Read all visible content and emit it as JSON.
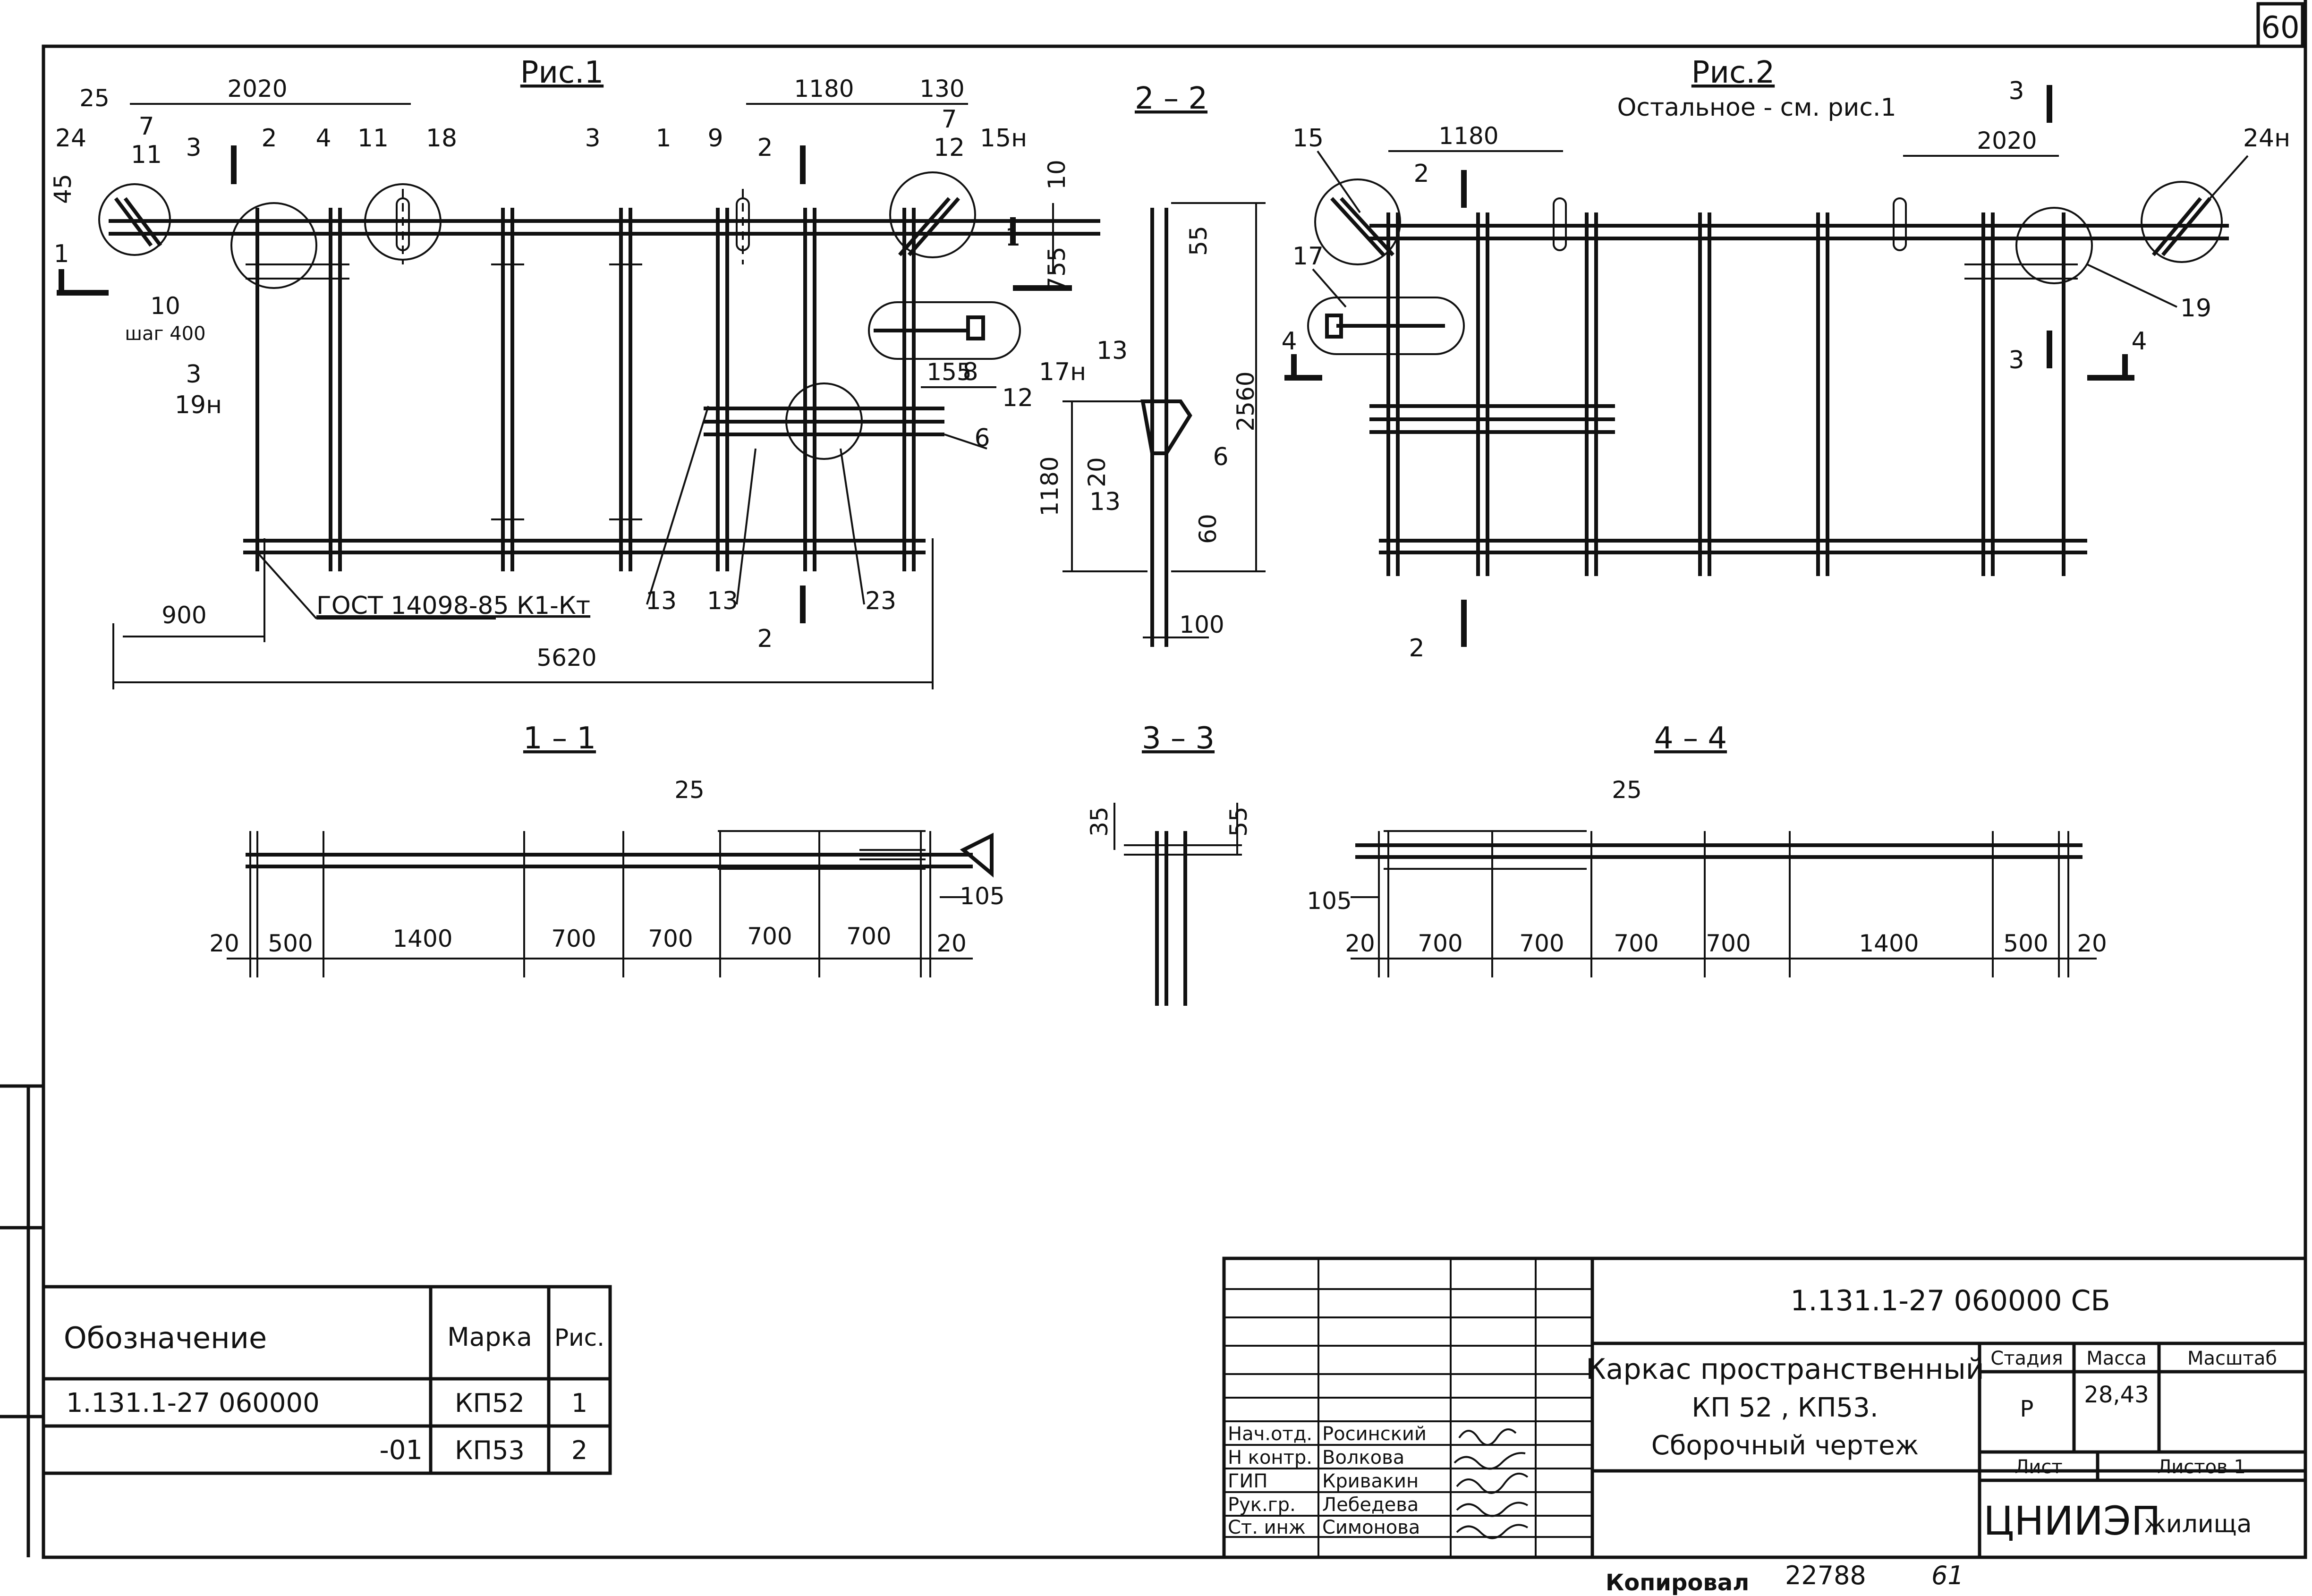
{
  "sheet_number": "60",
  "figures": {
    "fig1_title": "Рис.1",
    "fig2_title": "Рис.2",
    "fig2_note": "Остальное - см. рис.1"
  },
  "sections": {
    "s22": "2 – 2",
    "s11": "1 – 1",
    "s33": "3 – 3",
    "s44": "4 – 4"
  },
  "fig1": {
    "dims": {
      "d2020": "2020",
      "d1180": "1180",
      "d130": "130",
      "d25": "25",
      "d45": "45",
      "d10_right": "10",
      "d755": "755",
      "d155": "155",
      "d900": "900",
      "d5620": "5620",
      "d10_left": "10",
      "step400": "шаг 400"
    },
    "positions": {
      "p24": "24",
      "p7a": "7",
      "p11a": "11",
      "p2": "2",
      "p4": "4",
      "p11b": "11",
      "p18": "18",
      "p3": "3",
      "p1": "1",
      "p9": "9",
      "p7b": "7",
      "p12a": "12",
      "p15n": "15н",
      "p19n": "19н",
      "p8": "8",
      "p12b": "12",
      "p17n": "17н",
      "p6": "6",
      "p13a": "13",
      "p13b": "13",
      "p23": "23"
    },
    "cuts": {
      "c3_top": "3",
      "c3_bot": "3",
      "c1": "1",
      "c2_top": "2",
      "c2_bot": "2",
      "c1b": "1"
    },
    "gost": "ГОСТ 14098-85 К1-Кт"
  },
  "sec22": {
    "d55": "55",
    "d2560": "2560",
    "d1180": "1180",
    "d20": "20",
    "d60": "60",
    "d100": "100",
    "p13a": "13",
    "p13b": "13",
    "p6": "6"
  },
  "fig2": {
    "d1180": "1180",
    "d2020": "2020",
    "p15": "15",
    "p17": "17",
    "p24n": "24н",
    "p19": "19",
    "c2": "2",
    "c3_top": "3",
    "c3_bot": "3",
    "c4_left": "4",
    "c4_right": "4",
    "c2_bot": "2"
  },
  "sec11": {
    "d25": "25",
    "d105": "105",
    "d20a": "20",
    "d500": "500",
    "d1400": "1400",
    "d700a": "700",
    "d700b": "700",
    "d700c": "700",
    "d700d": "700",
    "d20b": "20"
  },
  "sec33": {
    "d35": "35",
    "d55": "55"
  },
  "sec44": {
    "d25": "25",
    "d105": "105",
    "d20a": "20",
    "d700a": "700",
    "d700b": "700",
    "d700c": "700",
    "d700d": "700",
    "d1400": "1400",
    "d500": "500",
    "d20b": "20"
  },
  "spec_table": {
    "headers": [
      "Обозначение",
      "Марка",
      "Рис."
    ],
    "rows": [
      [
        "1.131.1-27 060000",
        "КП52",
        "1"
      ],
      [
        "-01",
        "КП53",
        "2"
      ]
    ]
  },
  "title_block": {
    "code": "1.131.1-27 060000 СБ",
    "title_line1": "Каркас пространственный",
    "title_line2": "КП 52 , КП53.",
    "title_line3": "Сборочный чертеж",
    "stage_label": "Стадия",
    "mass_label": "Масса",
    "scale_label": "Масштаб",
    "stage": "Р",
    "mass": "28,43",
    "sheet_label": "Лист",
    "sheets_label": "Листов 1",
    "org_main": "ЦНИИЭП",
    "org_sub": "жилища",
    "people": [
      {
        "role": "Нач.отд.",
        "name": "Росинский"
      },
      {
        "role": "Н контр.",
        "name": "Волкова"
      },
      {
        "role": "ГИП",
        "name": "Кривакин"
      },
      {
        "role": "Рук.гр.",
        "name": "Лебедева"
      },
      {
        "role": "Ст. инж",
        "name": "Симонова"
      }
    ]
  },
  "footer": {
    "copied_label": "Копировал",
    "copy_number": "22788",
    "format": "61"
  }
}
